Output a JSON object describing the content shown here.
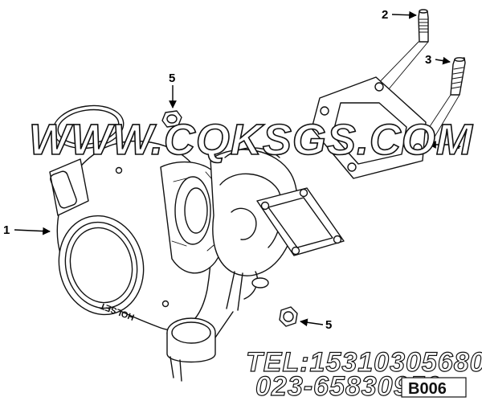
{
  "callouts": [
    {
      "id": "1",
      "label": "1"
    },
    {
      "id": "2",
      "label": "2"
    },
    {
      "id": "3",
      "label": "3"
    },
    {
      "id": "4",
      "label": "4"
    },
    {
      "id": "5a",
      "label": "5"
    },
    {
      "id": "5b",
      "label": "5"
    }
  ],
  "watermark": {
    "url": "WWW.CQKSGS.COM",
    "tel": "TEL:15310305680",
    "phone2": "023-65830950",
    "stamp": "B006"
  },
  "part_marking": "HOLSET"
}
